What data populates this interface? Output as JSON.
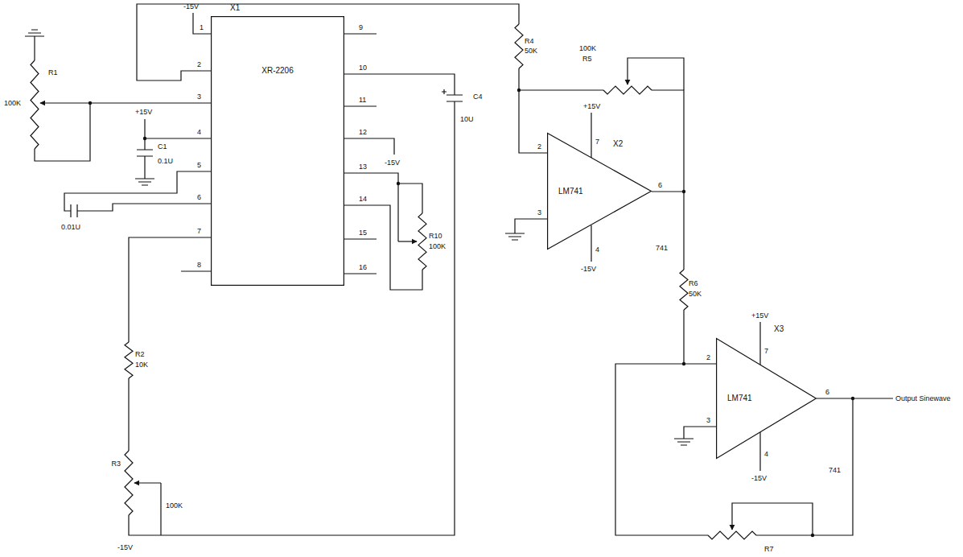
{
  "diagram": {
    "nodes": [
      {
        "text": [
          "X1",
          "XR-2206"
        ]
      },
      {
        "text": [
          "X2",
          "LM741"
        ]
      },
      {
        "text": [
          "X3",
          "LM741"
        ]
      }
    ],
    "labels": [
      "-15V",
      "1",
      "2",
      "3",
      "4",
      "5",
      "6",
      "7",
      "8",
      "9",
      "10",
      "11",
      "12",
      "13",
      "14",
      "15",
      "16",
      "100K",
      "R1",
      "+15V",
      "C1",
      "0.1U",
      "0.01U",
      "R2",
      "10K",
      "R3",
      "100K",
      "-15V",
      "C4",
      "10U",
      "-15V",
      "R10",
      "100K",
      "R4",
      "50K",
      "100K",
      "R5",
      "+15V",
      "2",
      "3",
      "7",
      "4",
      "-15V",
      "6",
      "741",
      "R6",
      "50K",
      "+15V",
      "2",
      "3",
      "7",
      "4",
      "-15V",
      "6",
      "Output Sinewave",
      "741",
      "R7"
    ]
  }
}
